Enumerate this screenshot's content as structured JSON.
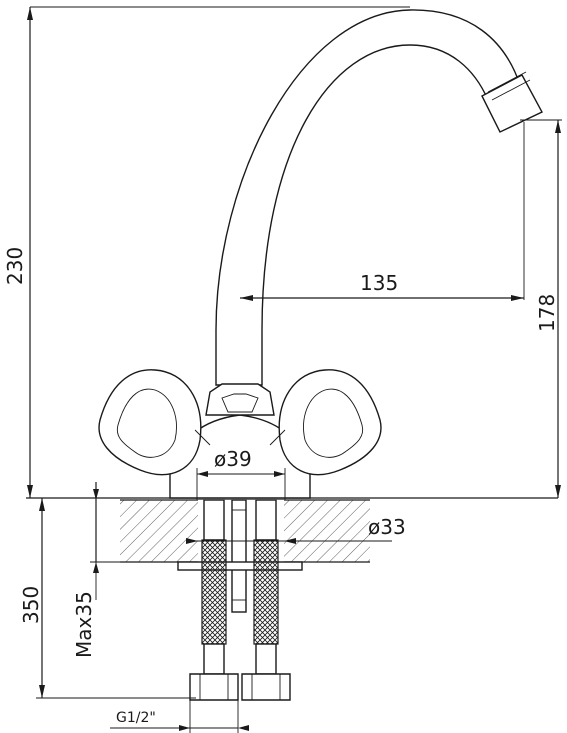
{
  "dimensions": {
    "total_height": "230",
    "spout_reach": "135",
    "spout_height": "178",
    "base_diameter": "ø39",
    "hole_diameter": "ø33",
    "hose_length": "350",
    "max_thickness": "Max35",
    "thread": "G1/2\""
  }
}
